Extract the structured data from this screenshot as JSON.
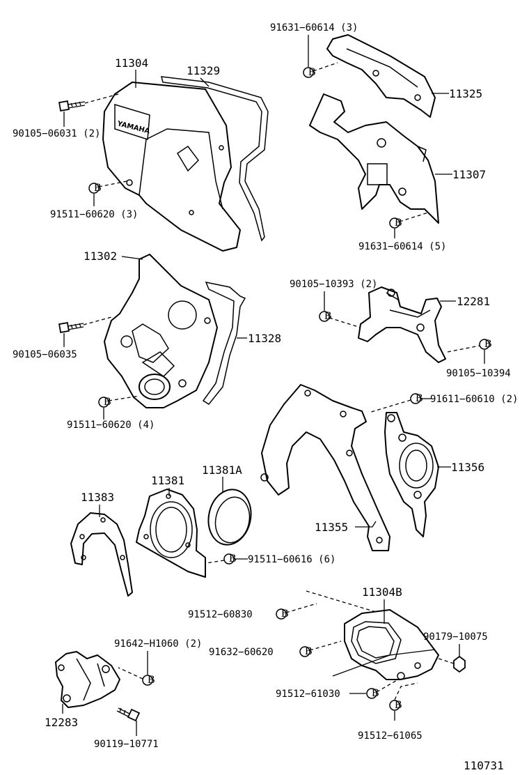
{
  "bolt_symbol": "B",
  "labels": {
    "p11304": "11304",
    "p11329": "11329",
    "p90105_06031": "90105−06031 (2)",
    "p91511_60620_3": "91511−60620 (3)",
    "p91631_60614_3": "91631−60614 (3)",
    "p11325": "11325",
    "p11307": "11307",
    "p91631_60614_5": "91631−60614 (5)",
    "p11302": "11302",
    "p11328": "11328",
    "p90105_06035": "90105−06035",
    "p91511_60620_4": "91511−60620 (4)",
    "p90105_10393": "90105−10393 (2)",
    "p12281": "12281",
    "p90105_10394": "90105−10394",
    "p91611_60610": "91611−60610 (2)",
    "p11356": "11356",
    "p11383": "11383",
    "p11381": "11381",
    "p11381A": "11381A",
    "p11355": "11355",
    "p91511_60616": "91511−60616 (6)",
    "p91512_60830": "91512−60830",
    "p11304B": "11304B",
    "p91632_60620": "91632−60620",
    "p90179_10075": "90179−10075",
    "p91642_H1060": "91642−H1060 (2)",
    "p91512_61030": "91512−61030",
    "p12283": "12283",
    "p91512_61065": "91512−61065",
    "p90119_10771": "90119−10771",
    "diagram_number": "110731"
  },
  "cover_logo_text": "YAMAHA"
}
